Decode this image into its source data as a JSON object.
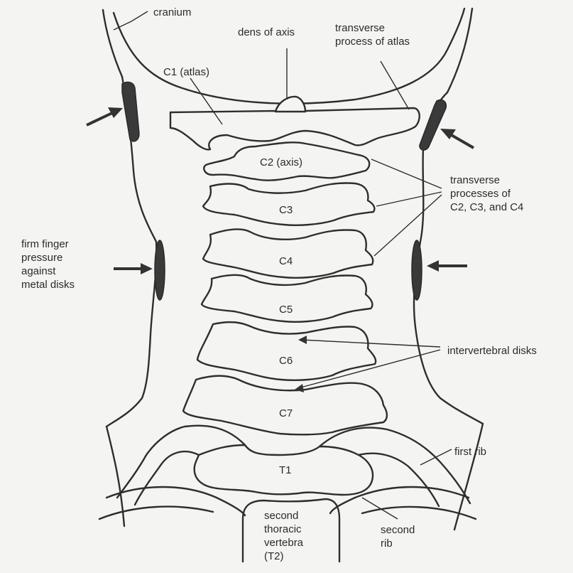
{
  "labels": {
    "cranium": "cranium",
    "dens": "dens of axis",
    "transverse_atlas": [
      "transverse",
      "process of atlas"
    ],
    "c1": "C1 (atlas)",
    "c2": "C2 (axis)",
    "c3": "C3",
    "c4": "C4",
    "c5": "C5",
    "c6": "C6",
    "c7": "C7",
    "t1": "T1",
    "transverse_c2_c4": [
      "transverse",
      "processes of",
      "C2, C3, and C4"
    ],
    "finger_pressure": [
      "firm finger",
      "pressure",
      "against",
      "metal disks"
    ],
    "intervertebral": "intervertebral disks",
    "first_rib": "first rib",
    "second_rib": [
      "second",
      "rib"
    ],
    "t2": [
      "second",
      "thoracic",
      "vertebra",
      "(T2)"
    ]
  },
  "colors": {
    "line": "#2e2e2e",
    "disk_fill": "#3a3a3a",
    "background": "#f4f4f2"
  }
}
